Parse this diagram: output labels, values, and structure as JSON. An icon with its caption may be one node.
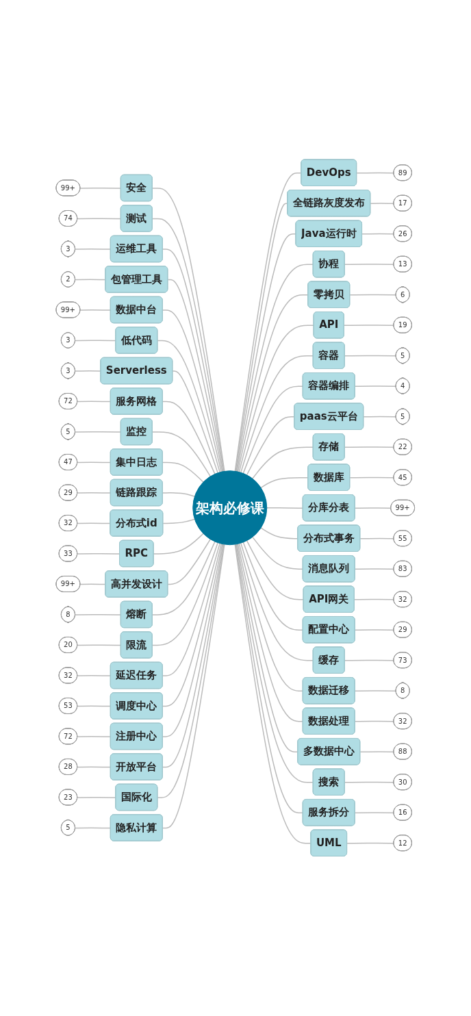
{
  "diagram": {
    "nodes": [
      {
        "text": [
          "架构必修课"
        ]
      },
      {
        "text": [
          "安全"
        ]
      },
      {
        "text": [
          "99+"
        ]
      },
      {
        "text": [
          "测试"
        ]
      },
      {
        "text": [
          "74"
        ]
      },
      {
        "text": [
          "运维工具"
        ]
      },
      {
        "text": [
          "3"
        ]
      },
      {
        "text": [
          "包管理工具"
        ]
      },
      {
        "text": [
          "2"
        ]
      },
      {
        "text": [
          "数据中台"
        ]
      },
      {
        "text": [
          "99+"
        ]
      },
      {
        "text": [
          "低代码"
        ]
      },
      {
        "text": [
          "3"
        ]
      },
      {
        "text": [
          "Serverless"
        ]
      },
      {
        "text": [
          "3"
        ]
      },
      {
        "text": [
          "服务网格"
        ]
      },
      {
        "text": [
          "72"
        ]
      },
      {
        "text": [
          "监控"
        ]
      },
      {
        "text": [
          "5"
        ]
      },
      {
        "text": [
          "集中日志"
        ]
      },
      {
        "text": [
          "47"
        ]
      },
      {
        "text": [
          "链路跟踪"
        ]
      },
      {
        "text": [
          "29"
        ]
      },
      {
        "text": [
          "分布式id"
        ]
      },
      {
        "text": [
          "32"
        ]
      },
      {
        "text": [
          "RPC"
        ]
      },
      {
        "text": [
          "33"
        ]
      },
      {
        "text": [
          "高并发设计"
        ]
      },
      {
        "text": [
          "99+"
        ]
      },
      {
        "text": [
          "熔断"
        ]
      },
      {
        "text": [
          "8"
        ]
      },
      {
        "text": [
          "限流"
        ]
      },
      {
        "text": [
          "20"
        ]
      },
      {
        "text": [
          "延迟任务"
        ]
      },
      {
        "text": [
          "32"
        ]
      },
      {
        "text": [
          "调度中心"
        ]
      },
      {
        "text": [
          "53"
        ]
      },
      {
        "text": [
          "注册中心"
        ]
      },
      {
        "text": [
          "72"
        ]
      },
      {
        "text": [
          "开放平台"
        ]
      },
      {
        "text": [
          "28"
        ]
      },
      {
        "text": [
          "国际化"
        ]
      },
      {
        "text": [
          "23"
        ]
      },
      {
        "text": [
          "隐私计算"
        ]
      },
      {
        "text": [
          "5"
        ]
      },
      {
        "text": [
          "DevOps"
        ]
      },
      {
        "text": [
          "89"
        ]
      },
      {
        "text": [
          "全链路灰度发布"
        ]
      },
      {
        "text": [
          "17"
        ]
      },
      {
        "text": [
          "Java运行时"
        ]
      },
      {
        "text": [
          "26"
        ]
      },
      {
        "text": [
          "协程"
        ]
      },
      {
        "text": [
          "13"
        ]
      },
      {
        "text": [
          "零拷贝"
        ]
      },
      {
        "text": [
          "6"
        ]
      },
      {
        "text": [
          "API"
        ]
      },
      {
        "text": [
          "19"
        ]
      },
      {
        "text": [
          "容器"
        ]
      },
      {
        "text": [
          "5"
        ]
      },
      {
        "text": [
          "容器编排"
        ]
      },
      {
        "text": [
          "4"
        ]
      },
      {
        "text": [
          "paas云平台"
        ]
      },
      {
        "text": [
          "5"
        ]
      },
      {
        "text": [
          "存储"
        ]
      },
      {
        "text": [
          "22"
        ]
      },
      {
        "text": [
          "数据库"
        ]
      },
      {
        "text": [
          "45"
        ]
      },
      {
        "text": [
          "分库分表"
        ]
      },
      {
        "text": [
          "99+"
        ]
      },
      {
        "text": [
          "分布式事务"
        ]
      },
      {
        "text": [
          "55"
        ]
      },
      {
        "text": [
          "消息队列"
        ]
      },
      {
        "text": [
          "83"
        ]
      },
      {
        "text": [
          "API网关"
        ]
      },
      {
        "text": [
          "32"
        ]
      },
      {
        "text": [
          "配置中心"
        ]
      },
      {
        "text": [
          "29"
        ]
      },
      {
        "text": [
          "缓存"
        ]
      },
      {
        "text": [
          "73"
        ]
      },
      {
        "text": [
          "数据迁移"
        ]
      },
      {
        "text": [
          "8"
        ]
      },
      {
        "text": [
          "数据处理"
        ]
      },
      {
        "text": [
          "32"
        ]
      },
      {
        "text": [
          "多数据中心"
        ]
      },
      {
        "text": [
          "88"
        ]
      },
      {
        "text": [
          "搜索"
        ]
      },
      {
        "text": [
          "30"
        ]
      },
      {
        "text": [
          "服务拆分"
        ]
      },
      {
        "text": [
          "16"
        ]
      },
      {
        "text": [
          "UML"
        ]
      },
      {
        "text": [
          "12"
        ]
      }
    ],
    "edges": [
      {
        "from": 2,
        "to": 1,
        "arrow": "none"
      },
      {
        "from": 1,
        "to": 0,
        "arrow": "none"
      },
      {
        "from": 4,
        "to": 3,
        "arrow": "none"
      },
      {
        "from": 3,
        "to": 0,
        "arrow": "none"
      },
      {
        "from": 6,
        "to": 5,
        "arrow": "none"
      },
      {
        "from": 5,
        "to": 0,
        "arrow": "none"
      },
      {
        "from": 8,
        "to": 7,
        "arrow": "none"
      },
      {
        "from": 7,
        "to": 0,
        "arrow": "none"
      },
      {
        "from": 10,
        "to": 9,
        "arrow": "none"
      },
      {
        "from": 9,
        "to": 0,
        "arrow": "none"
      },
      {
        "from": 12,
        "to": 11,
        "arrow": "none"
      },
      {
        "from": 11,
        "to": 0,
        "arrow": "none"
      },
      {
        "from": 14,
        "to": 13,
        "arrow": "none"
      },
      {
        "from": 13,
        "to": 0,
        "arrow": "none"
      },
      {
        "from": 16,
        "to": 15,
        "arrow": "none"
      },
      {
        "from": 15,
        "to": 0,
        "arrow": "none"
      },
      {
        "from": 18,
        "to": 17,
        "arrow": "none"
      },
      {
        "from": 17,
        "to": 0,
        "arrow": "none"
      },
      {
        "from": 20,
        "to": 19,
        "arrow": "none"
      },
      {
        "from": 19,
        "to": 0,
        "arrow": "none"
      },
      {
        "from": 22,
        "to": 21,
        "arrow": "none"
      },
      {
        "from": 21,
        "to": 0,
        "arrow": "none"
      },
      {
        "from": 24,
        "to": 23,
        "arrow": "none"
      },
      {
        "from": 23,
        "to": 0,
        "arrow": "none"
      },
      {
        "from": 26,
        "to": 25,
        "arrow": "none"
      },
      {
        "from": 25,
        "to": 0,
        "arrow": "none"
      },
      {
        "from": 28,
        "to": 27,
        "arrow": "none"
      },
      {
        "from": 27,
        "to": 0,
        "arrow": "none"
      },
      {
        "from": 30,
        "to": 29,
        "arrow": "none"
      },
      {
        "from": 29,
        "to": 0,
        "arrow": "none"
      },
      {
        "from": 32,
        "to": 31,
        "arrow": "none"
      },
      {
        "from": 31,
        "to": 0,
        "arrow": "none"
      },
      {
        "from": 34,
        "to": 33,
        "arrow": "none"
      },
      {
        "from": 33,
        "to": 0,
        "arrow": "none"
      },
      {
        "from": 36,
        "to": 35,
        "arrow": "none"
      },
      {
        "from": 35,
        "to": 0,
        "arrow": "none"
      },
      {
        "from": 38,
        "to": 37,
        "arrow": "none"
      },
      {
        "from": 37,
        "to": 0,
        "arrow": "none"
      },
      {
        "from": 40,
        "to": 39,
        "arrow": "none"
      },
      {
        "from": 39,
        "to": 0,
        "arrow": "none"
      },
      {
        "from": 42,
        "to": 41,
        "arrow": "none"
      },
      {
        "from": 41,
        "to": 0,
        "arrow": "none"
      },
      {
        "from": 44,
        "to": 43,
        "arrow": "none"
      },
      {
        "from": 43,
        "to": 0,
        "arrow": "none"
      },
      {
        "from": 0,
        "to": 45,
        "arrow": "none"
      },
      {
        "from": 45,
        "to": 46,
        "arrow": "none"
      },
      {
        "from": 0,
        "to": 47,
        "arrow": "none"
      },
      {
        "from": 47,
        "to": 48,
        "arrow": "none"
      },
      {
        "from": 0,
        "to": 49,
        "arrow": "none"
      },
      {
        "from": 49,
        "to": 50,
        "arrow": "none"
      },
      {
        "from": 0,
        "to": 51,
        "arrow": "none"
      },
      {
        "from": 51,
        "to": 52,
        "arrow": "none"
      },
      {
        "from": 0,
        "to": 53,
        "arrow": "none"
      },
      {
        "from": 53,
        "to": 54,
        "arrow": "none"
      },
      {
        "from": 0,
        "to": 55,
        "arrow": "none"
      },
      {
        "from": 55,
        "to": 56,
        "arrow": "none"
      },
      {
        "from": 0,
        "to": 57,
        "arrow": "none"
      },
      {
        "from": 57,
        "to": 58,
        "arrow": "none"
      },
      {
        "from": 0,
        "to": 59,
        "arrow": "none"
      },
      {
        "from": 59,
        "to": 60,
        "arrow": "none"
      },
      {
        "from": 0,
        "to": 61,
        "arrow": "none"
      },
      {
        "from": 61,
        "to": 62,
        "arrow": "none"
      },
      {
        "from": 0,
        "to": 63,
        "arrow": "none"
      },
      {
        "from": 63,
        "to": 64,
        "arrow": "none"
      },
      {
        "from": 0,
        "to": 65,
        "arrow": "none"
      },
      {
        "from": 65,
        "to": 66,
        "arrow": "none"
      },
      {
        "from": 0,
        "to": 67,
        "arrow": "none"
      },
      {
        "from": 67,
        "to": 68,
        "arrow": "none"
      },
      {
        "from": 0,
        "to": 69,
        "arrow": "none"
      },
      {
        "from": 69,
        "to": 70,
        "arrow": "none"
      },
      {
        "from": 0,
        "to": 71,
        "arrow": "none"
      },
      {
        "from": 71,
        "to": 72,
        "arrow": "none"
      },
      {
        "from": 0,
        "to": 73,
        "arrow": "none"
      },
      {
        "from": 73,
        "to": 74,
        "arrow": "none"
      },
      {
        "from": 0,
        "to": 75,
        "arrow": "none"
      },
      {
        "from": 75,
        "to": 76,
        "arrow": "none"
      },
      {
        "from": 0,
        "to": 77,
        "arrow": "none"
      },
      {
        "from": 77,
        "to": 78,
        "arrow": "none"
      },
      {
        "from": 0,
        "to": 79,
        "arrow": "none"
      },
      {
        "from": 79,
        "to": 80,
        "arrow": "none"
      },
      {
        "from": 0,
        "to": 81,
        "arrow": "none"
      },
      {
        "from": 81,
        "to": 82,
        "arrow": "none"
      },
      {
        "from": 0,
        "to": 83,
        "arrow": "none"
      },
      {
        "from": 83,
        "to": 84,
        "arrow": "none"
      },
      {
        "from": 0,
        "to": 85,
        "arrow": "none"
      },
      {
        "from": 85,
        "to": 86,
        "arrow": "none"
      },
      {
        "from": 0,
        "to": 87,
        "arrow": "none"
      },
      {
        "from": 87,
        "to": 88,
        "arrow": "none"
      },
      {
        "from": 0,
        "to": 89,
        "arrow": "none"
      },
      {
        "from": 89,
        "to": 90,
        "arrow": "none"
      }
    ]
  }
}
